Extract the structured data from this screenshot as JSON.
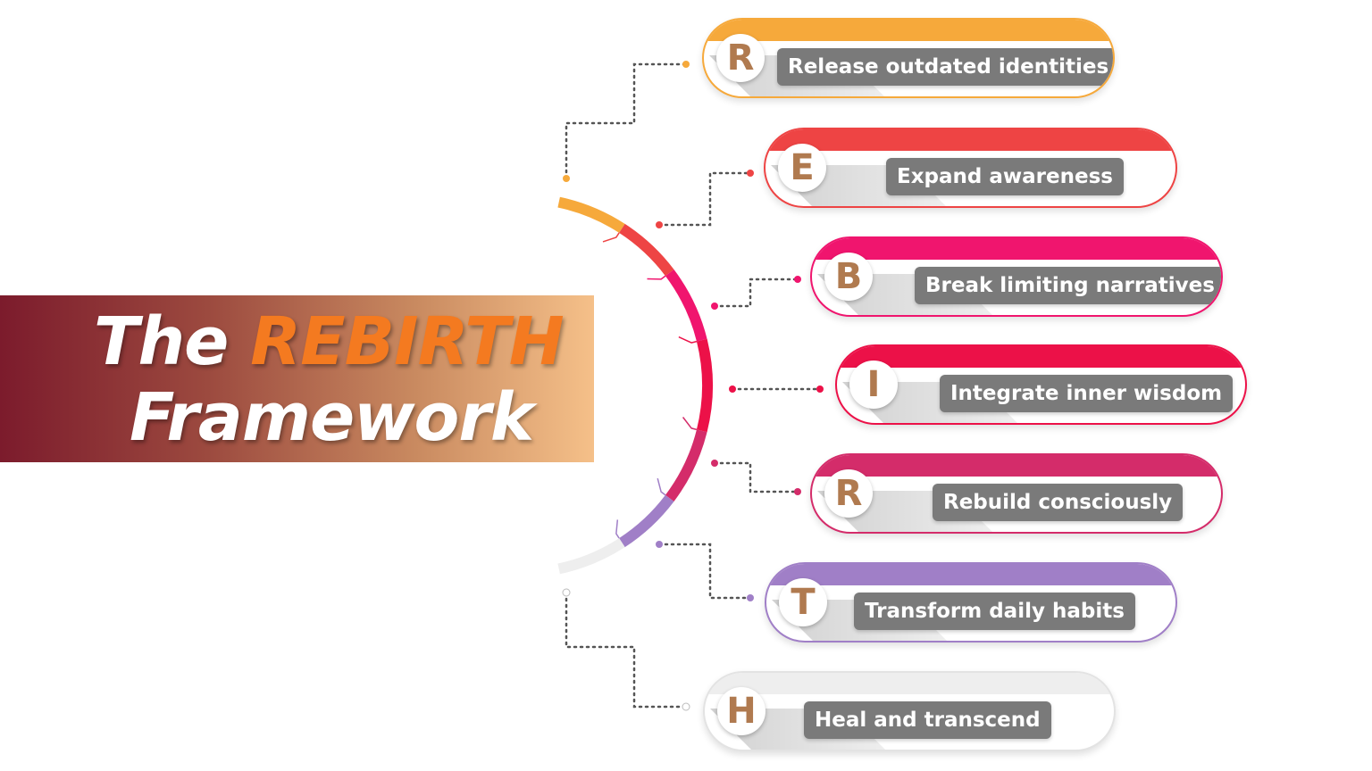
{
  "title": {
    "word_the": "The",
    "word_rebirth": "REBIRTH",
    "word_framework": "Framework"
  },
  "steps": [
    {
      "letter": "R",
      "text": "Release outdated identities",
      "color": "#f6a93b",
      "icon": "letter-r-icon"
    },
    {
      "letter": "E",
      "text": "Expand awareness",
      "color": "#ee4444",
      "icon": "letter-e-icon"
    },
    {
      "letter": "B",
      "text": "Break limiting narratives",
      "color": "#f0156e",
      "icon": "letter-b-icon"
    },
    {
      "letter": "I",
      "text": "Integrate inner wisdom",
      "color": "#ec1148",
      "icon": "letter-i-icon"
    },
    {
      "letter": "R",
      "text": "Rebuild consciously",
      "color": "#d42c6a",
      "icon": "letter-r-icon"
    },
    {
      "letter": "T",
      "text": "Transform daily habits",
      "color": "#a07fc7",
      "icon": "letter-t-icon"
    },
    {
      "letter": "H",
      "text": "Heal and transcend",
      "color": "#eeeeee",
      "icon": "letter-h-icon"
    }
  ],
  "colors": {
    "badge_letter": "#b07a4f",
    "label_bg": "#7a7a7a",
    "banner_start": "#7c1b2c",
    "banner_end": "#f5c089",
    "highlight": "#f47a20"
  }
}
